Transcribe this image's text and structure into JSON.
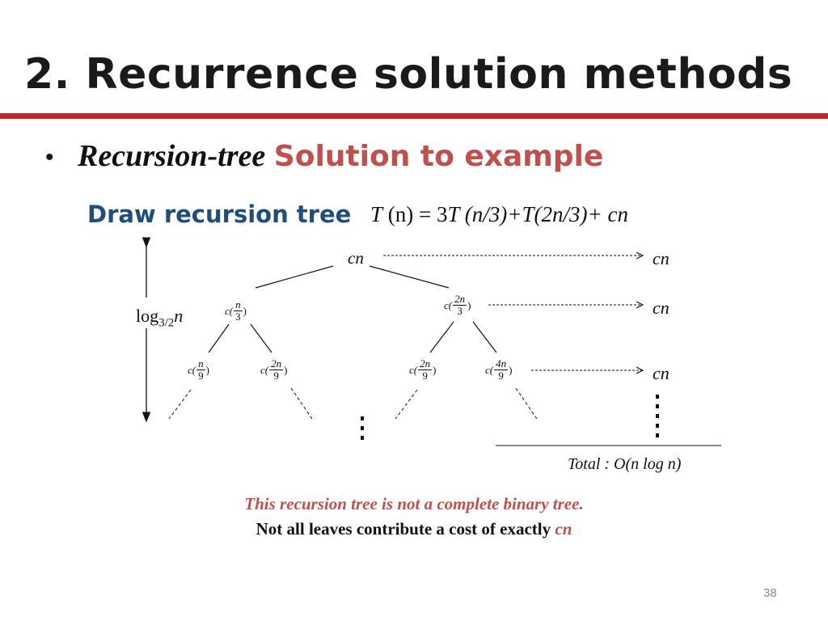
{
  "slide": {
    "title": "2. Recurrence solution methods",
    "bullet_em": "Recursion-tree",
    "bullet_rest": "Solution to example",
    "subheading": "Draw recursion tree",
    "page_number": "38"
  },
  "equation": {
    "lhs_T": "T",
    "lhs_n": " (n) = 3",
    "t1": "T",
    "arg1": " (n/3)+",
    "t2": "T",
    "arg2": "(2n/3)+ ",
    "cn": "cn"
  },
  "tree": {
    "root": "cn",
    "level1_left": {
      "prefix": "c(",
      "num": "n",
      "den": "3",
      "suffix": ")"
    },
    "level1_right": {
      "prefix": "c(",
      "num": "2n",
      "den": "3",
      "suffix": ")"
    },
    "level2": [
      {
        "prefix": "c(",
        "num": "n",
        "den": "9",
        "suffix": ")"
      },
      {
        "prefix": "c(",
        "num": "2n",
        "den": "9",
        "suffix": ")"
      },
      {
        "prefix": "c(",
        "num": "2n",
        "den": "9",
        "suffix": ")"
      },
      {
        "prefix": "c(",
        "num": "4n",
        "den": "9",
        "suffix": ")"
      }
    ],
    "level_costs": [
      "cn",
      "cn",
      "cn"
    ],
    "height_label": {
      "base": "log",
      "sub": "3/2",
      "var": "n"
    },
    "total": "Total : O(n log n)"
  },
  "notes": {
    "line1": "This recursion tree is not a complete binary tree.",
    "line2": "Not all leaves contribute a cost of exactly ",
    "line2_cn": "cn"
  },
  "colors": {
    "accent_red": "#c0282d",
    "text_red": "#c0504d",
    "heading_blue": "#1f4e79"
  }
}
